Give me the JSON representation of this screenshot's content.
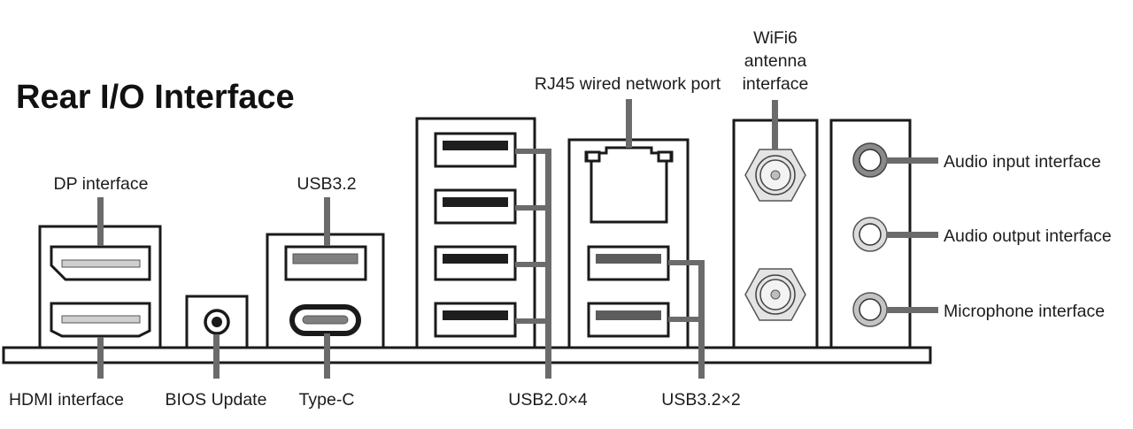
{
  "title": "Rear I/O Interface",
  "colors": {
    "outline": "#1a1a1a",
    "leader": "#6b6b6b",
    "slot_light": "#cfcfcf",
    "slot_mid": "#808080",
    "slot_dark": "#1e1e1e",
    "metal": "#e4e4e4"
  },
  "labels": {
    "dp": "DP interface",
    "hdmi": "HDMI interface",
    "bios": "BIOS Update",
    "usb32_top": "USB3.2",
    "typec": "Type-C",
    "usb20": "USB2.0×4",
    "usb32x2": "USB3.2×2",
    "rj45": "RJ45 wired network port",
    "wifi_line1": "WiFi6",
    "wifi_line2": "antenna",
    "wifi_line3": "interface",
    "audio_in": "Audio input interface",
    "audio_out": "Audio output interface",
    "mic": "Microphone interface"
  },
  "ports": [
    {
      "name": "DisplayPort",
      "count": 1
    },
    {
      "name": "HDMI",
      "count": 1
    },
    {
      "name": "BIOS Update button",
      "count": 1
    },
    {
      "name": "USB3.2 Type-A",
      "count": 1
    },
    {
      "name": "USB Type-C",
      "count": 1
    },
    {
      "name": "USB2.0",
      "count": 4
    },
    {
      "name": "RJ45",
      "count": 1
    },
    {
      "name": "USB3.2",
      "count": 2
    },
    {
      "name": "WiFi6 antenna",
      "count": 2
    },
    {
      "name": "Audio jack",
      "count": 3
    }
  ]
}
